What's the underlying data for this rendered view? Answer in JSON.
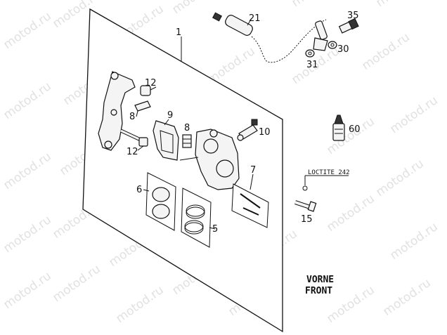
{
  "watermark": "motod.ru",
  "note": "LOCTITE 242",
  "orientation": [
    "VORNE",
    "FRONT"
  ],
  "callouts": [
    {
      "id": "c1",
      "text": "1"
    },
    {
      "id": "c21",
      "text": "21"
    },
    {
      "id": "c35",
      "text": "35"
    },
    {
      "id": "c30",
      "text": "30"
    },
    {
      "id": "c31",
      "text": "31"
    },
    {
      "id": "c12a",
      "text": "12"
    },
    {
      "id": "c8a",
      "text": "8"
    },
    {
      "id": "c9",
      "text": "9"
    },
    {
      "id": "c8b",
      "text": "8"
    },
    {
      "id": "c10",
      "text": "10"
    },
    {
      "id": "c12b",
      "text": "12"
    },
    {
      "id": "c60",
      "text": "60"
    },
    {
      "id": "c7",
      "text": "7"
    },
    {
      "id": "c6",
      "text": "6"
    },
    {
      "id": "c5",
      "text": "5"
    },
    {
      "id": "c15",
      "text": "15"
    }
  ]
}
